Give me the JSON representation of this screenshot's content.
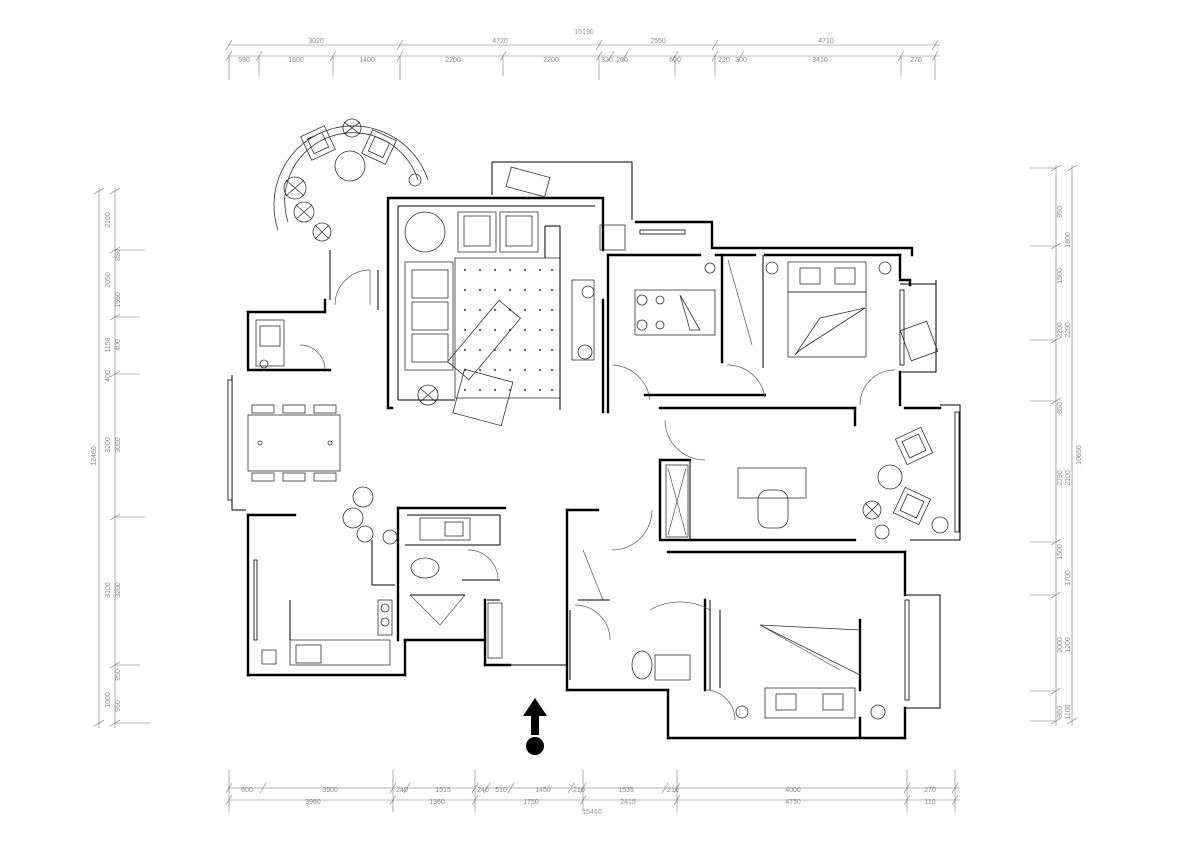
{
  "dimensions": {
    "top_total": "15190",
    "top_row1": [
      "3020",
      "4720",
      "2550",
      "4710"
    ],
    "top_row2": [
      "590",
      "1600",
      "1400",
      "2200",
      "2200",
      "320",
      "260",
      "600",
      "220",
      "300",
      "3410",
      "270"
    ],
    "bottom_total": "15460",
    "bottom_row1": [
      "600",
      "3900",
      "240",
      "1515",
      "240",
      "510",
      "1450",
      "210",
      "1535",
      "210",
      "4000",
      "270"
    ],
    "bottom_row2": [
      "3960",
      "1360",
      "1750",
      "2415",
      "4750",
      "110"
    ],
    "left_total": "12460",
    "left_row1": [
      "2100",
      "2050",
      "1150",
      "400",
      "3200",
      "3100",
      "1000"
    ],
    "left_row2": [
      "850",
      "1550",
      "400",
      "3050",
      "3200",
      "950",
      "950"
    ],
    "right_total": "10650",
    "right_row1": [
      "950",
      "1500",
      "2200",
      "850",
      "2790",
      "1500",
      "2000",
      "860"
    ],
    "right_row2": [
      "1800",
      "2200",
      "2100",
      "1700",
      "1200",
      "1100"
    ]
  },
  "colors": {
    "wall": "#000000",
    "dimension_text": "#8a8a8a",
    "background": "#ffffff"
  },
  "icons": {
    "entrance": "entrance-arrow-icon"
  }
}
